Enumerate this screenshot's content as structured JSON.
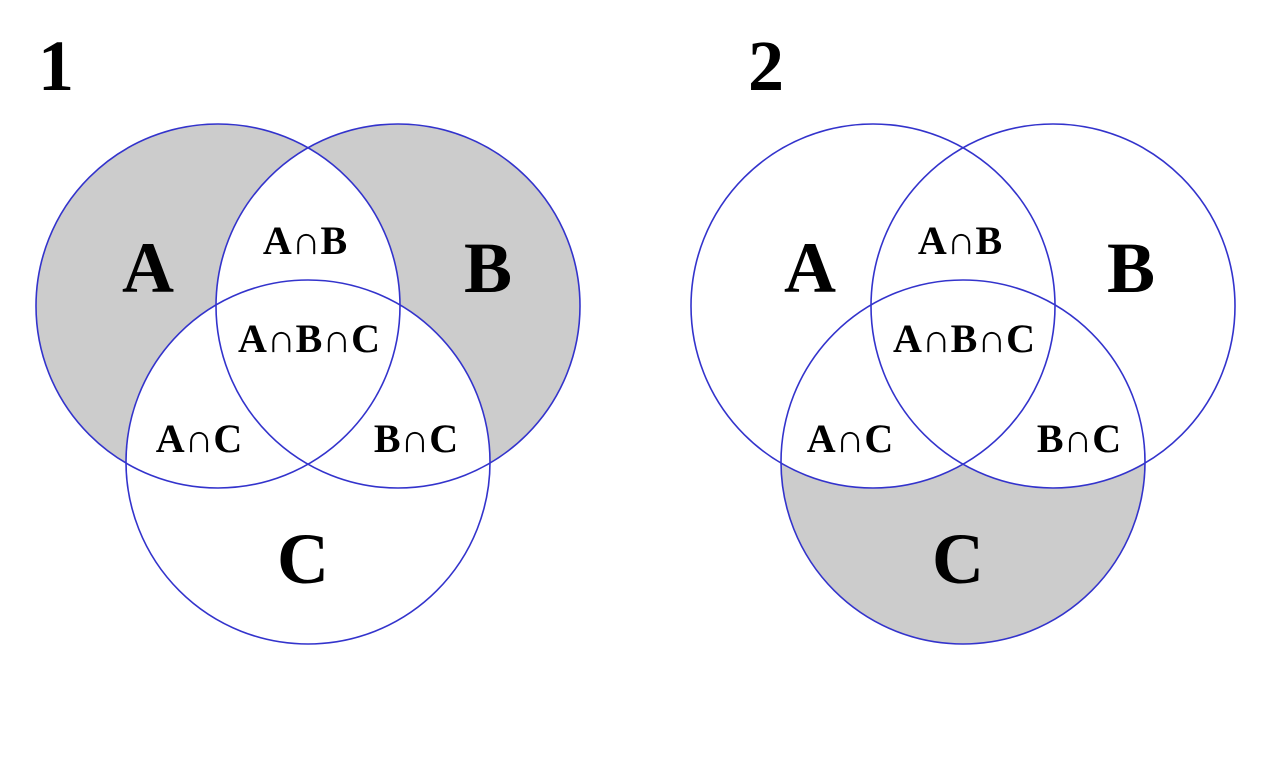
{
  "colors": {
    "outline": "#3333cc",
    "shade": "#cccccc",
    "background": "#ffffff",
    "text": "#000000"
  },
  "diagrams": [
    {
      "number": "1",
      "shaded_regions": [
        "A only",
        "B only"
      ],
      "labels": {
        "a": "A",
        "b": "B",
        "c": "C",
        "ab": "A∩B",
        "abc": "A∩B∩C",
        "ac": "A∩C",
        "bc": "B∩C"
      }
    },
    {
      "number": "2",
      "shaded_regions": [
        "C only"
      ],
      "labels": {
        "a": "A",
        "b": "B",
        "c": "C",
        "ab": "A∩B",
        "abc": "A∩B∩C",
        "ac": "A∩C",
        "bc": "B∩C"
      }
    }
  ]
}
